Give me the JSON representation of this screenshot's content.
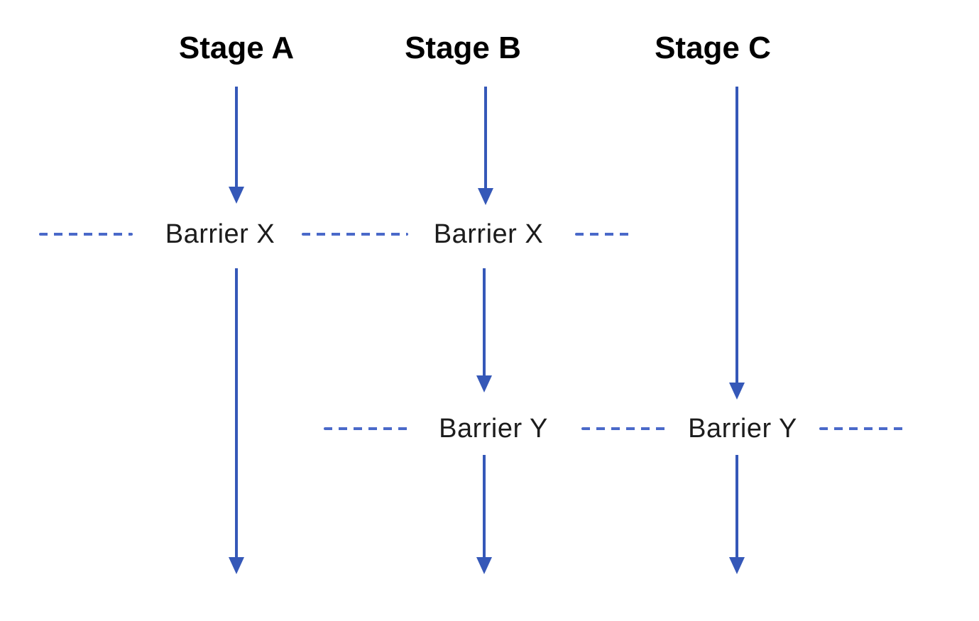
{
  "diagram": {
    "type": "flow-diagram",
    "stages": [
      {
        "label": "Stage A"
      },
      {
        "label": "Stage B"
      },
      {
        "label": "Stage C"
      }
    ],
    "barrier_labels": {
      "barrier_x_1": "Barrier X",
      "barrier_x_2": "Barrier X",
      "barrier_y_1": "Barrier Y",
      "barrier_y_2": "Barrier Y"
    },
    "colors": {
      "arrow_blue": "#3558b8",
      "dash_blue": "#4a69c9",
      "stage_text": "#000000",
      "barrier_text": "#1c1c1c",
      "background": "#ffffff"
    }
  }
}
